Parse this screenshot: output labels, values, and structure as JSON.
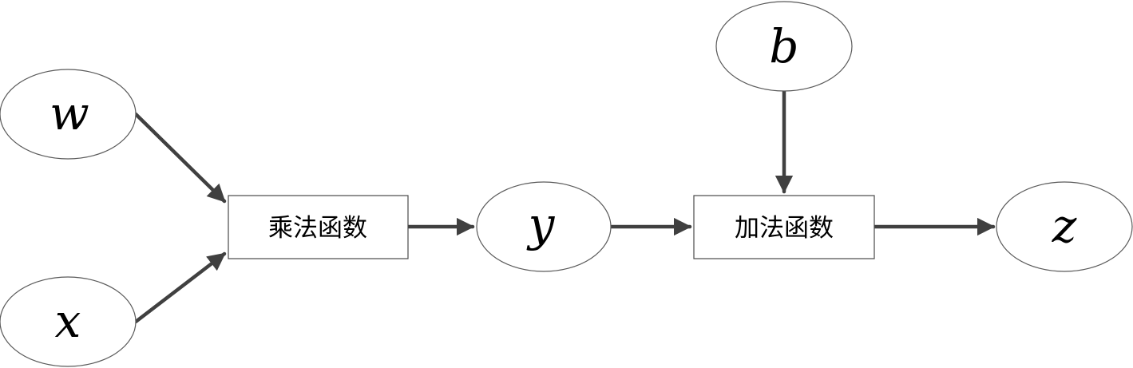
{
  "nodes": {
    "w": "w",
    "x": "x",
    "b": "b",
    "y": "y",
    "z": "z",
    "multiply": "乘法函数",
    "add": "加法函数"
  },
  "colors": {
    "edge": "#404040",
    "outline": "#5a5a5a",
    "background": "#ffffff"
  }
}
